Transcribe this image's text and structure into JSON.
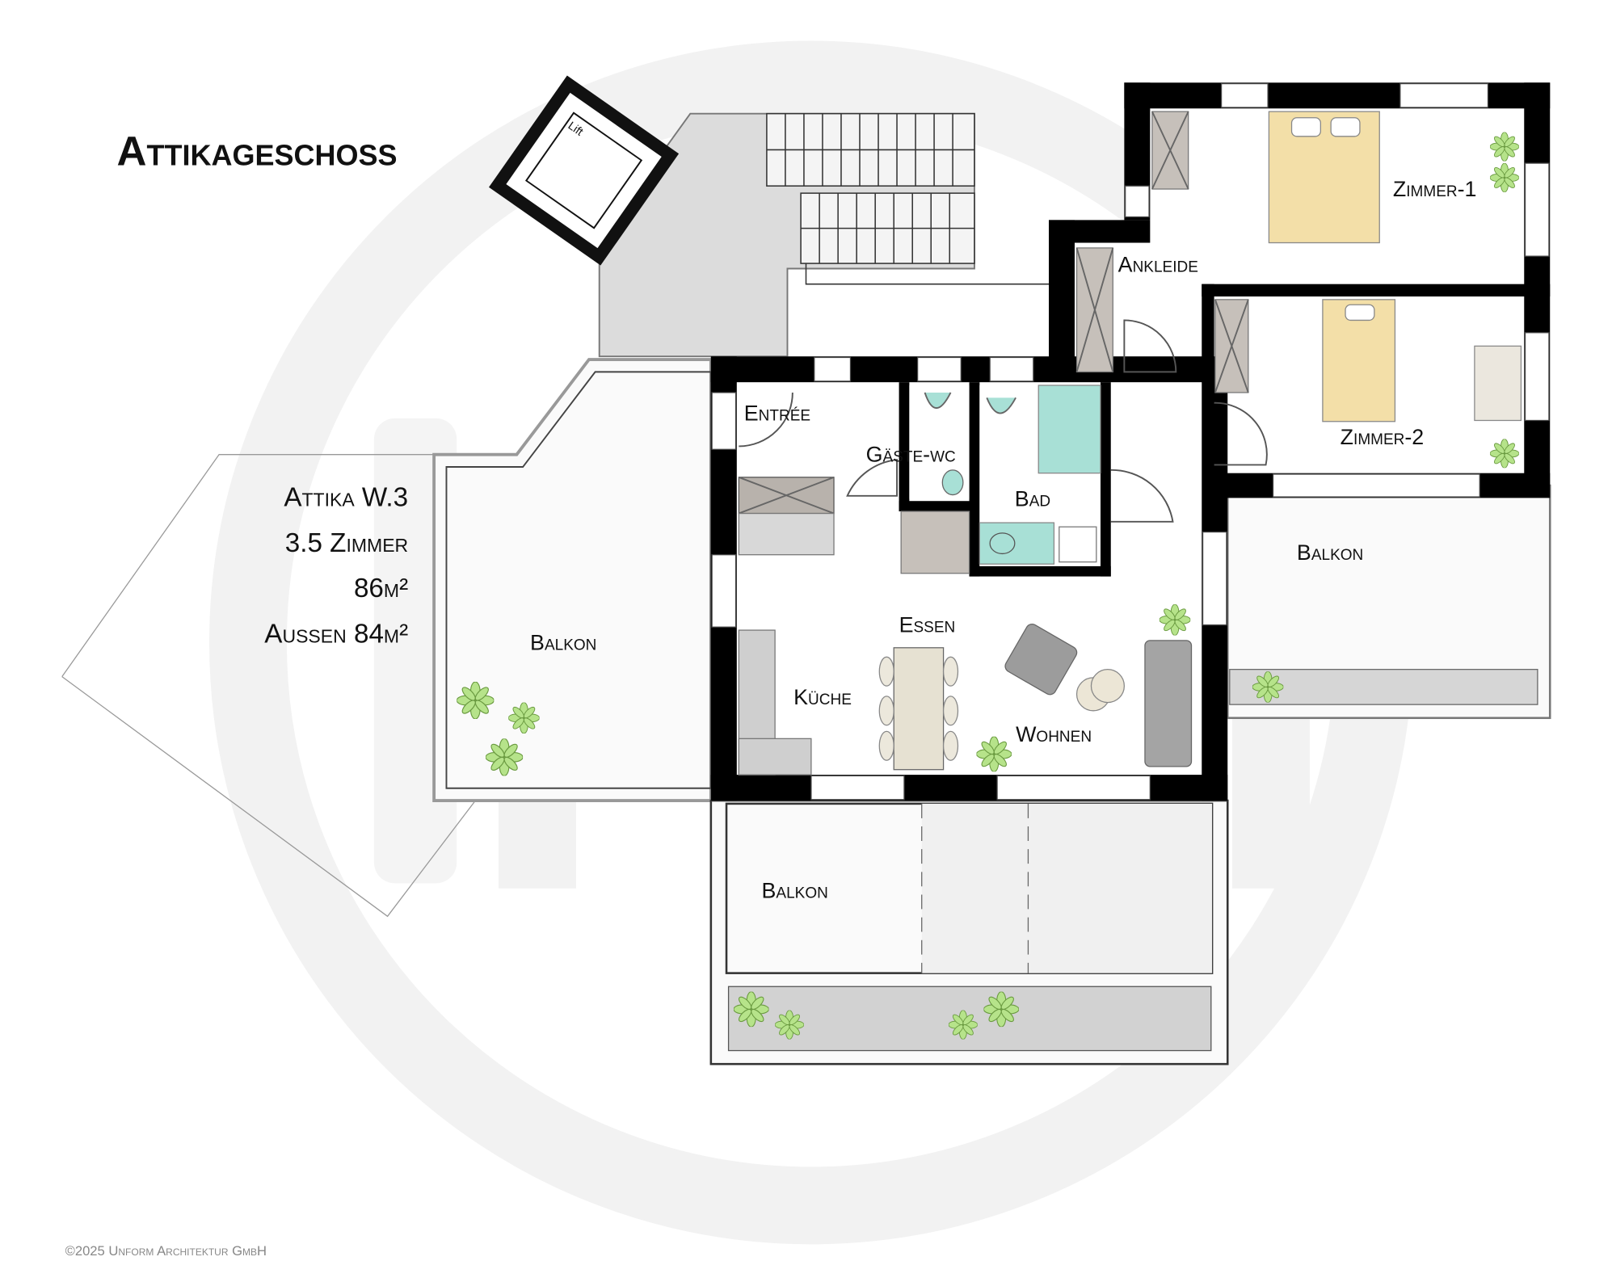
{
  "title": "Attikageschoss",
  "info": {
    "unit": "Attika W.3",
    "rooms": "3.5 Zimmer",
    "area": "86m²",
    "outdoor_area": "Aussen 84m²"
  },
  "lift_label": "Lift",
  "rooms": {
    "entree": "Entrée",
    "gaeste_wc": "Gäste-wc",
    "bad": "Bad",
    "ankleide": "Ankleide",
    "zimmer1": "Zimmer-1",
    "zimmer2": "Zimmer-2",
    "essen": "Essen",
    "kueche": "Küche",
    "wohnen": "Wohnen",
    "balkon_west": "Balkon",
    "balkon_east": "Balkon",
    "balkon_south": "Balkon"
  },
  "copyright": "©2025 Unform Architektur GmbH",
  "colors": {
    "wall": "#000000",
    "bath_tile": "#a8e0d6",
    "bed": "#f3dfa8",
    "plant": "#9ed66a",
    "watermark": "#f2f2f2"
  }
}
